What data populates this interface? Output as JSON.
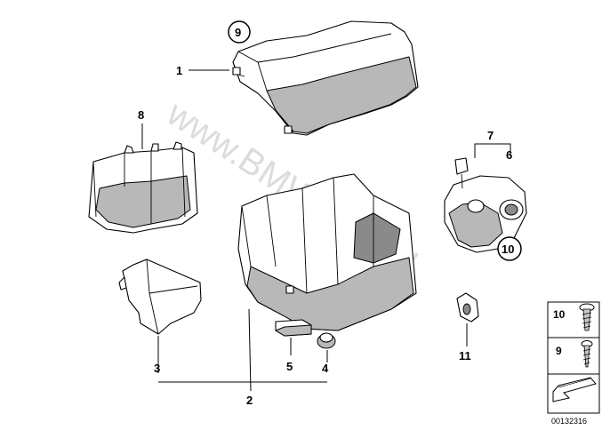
{
  "watermark": "www.BMWstore.pl",
  "callouts": {
    "c1": "1",
    "c2": "2",
    "c3": "3",
    "c4": "4",
    "c5": "5",
    "c6": "6",
    "c7": "7",
    "c8": "8",
    "c9_circled": "9",
    "c10_circled": "10",
    "c11": "11"
  },
  "legend": {
    "item_10": "10",
    "item_9": "9",
    "diagram_code": "00132316"
  }
}
